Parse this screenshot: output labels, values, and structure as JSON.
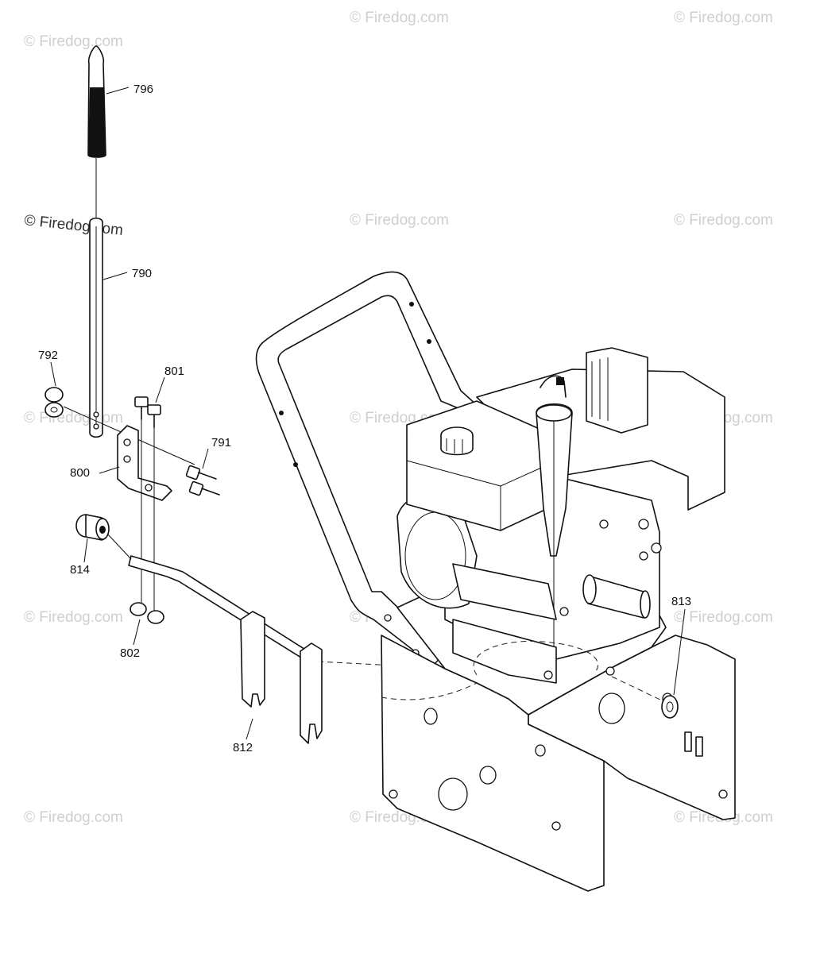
{
  "watermark": {
    "text": "© Firedog.com",
    "color": "#cfcfcf",
    "emphasis_color": "#333333"
  },
  "callouts": [
    "796",
    "790",
    "792",
    "801",
    "791",
    "800",
    "814",
    "802",
    "812",
    "813"
  ],
  "line_color": "#111111",
  "background": "#ffffff"
}
